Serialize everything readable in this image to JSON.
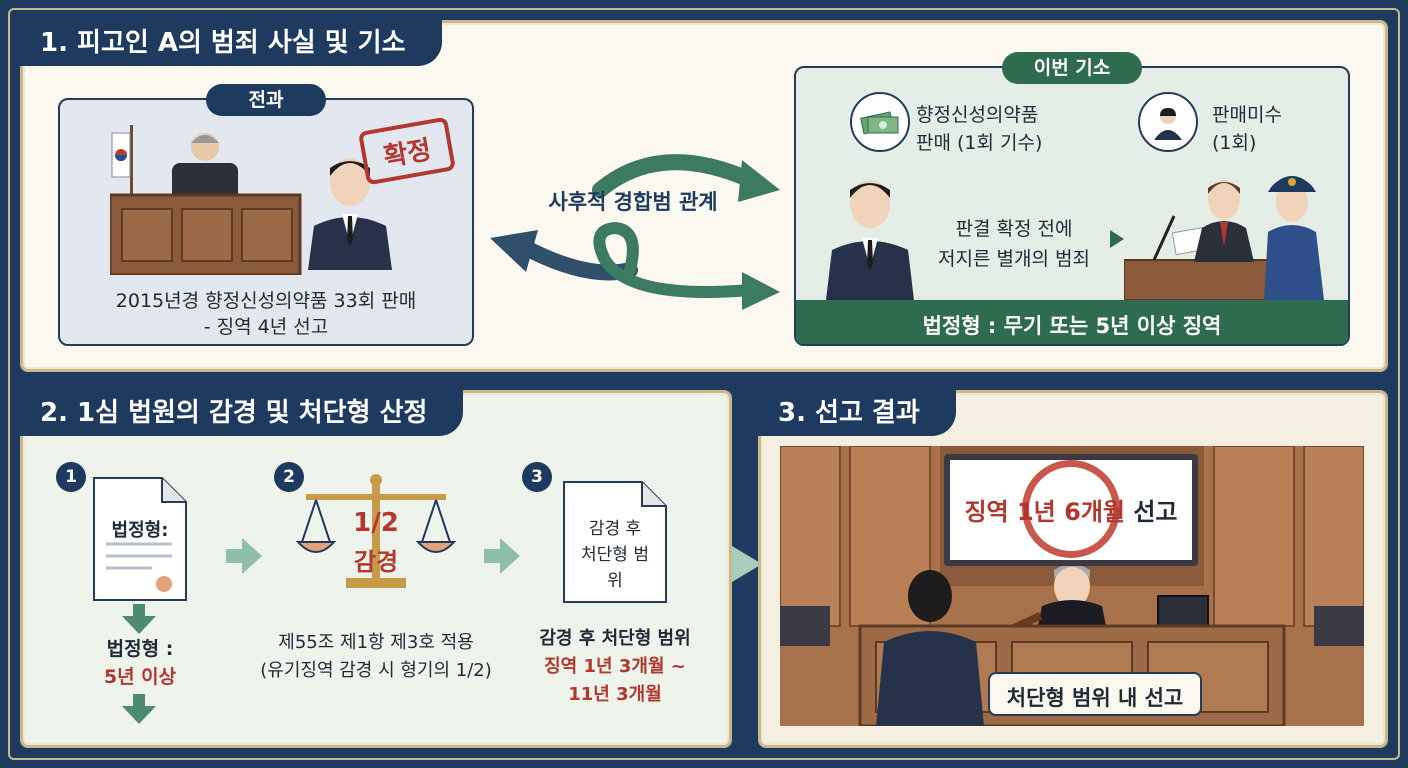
{
  "section1": {
    "title": "1. 피고인 A의 범죄 사실 및 기소",
    "prior": {
      "pill": "전과",
      "stamp": "확정",
      "desc_line1": "2015년경 향정신성의약품 33회 판매",
      "desc_line2": "- 징역 4년 선고"
    },
    "relation_label": "사후적 경합범 관계",
    "current": {
      "pill": "이번 기소",
      "crime1_line1": "향정신성의약품",
      "crime1_line2": "판매 (1회 기수)",
      "crime2_line1": "판매미수",
      "crime2_line2": "(1회)",
      "note_line1": "판결 확정 전에",
      "note_line2": "저지른 별개의 범죄",
      "penalty": "법정형 : 무기 또는 5년 이상 징역"
    }
  },
  "section2": {
    "title": "2. 1심 법원의 감경 및 처단형 산정",
    "step1": {
      "num": "1",
      "doc_label": "법정형:",
      "label": "법정형 :",
      "value": "5년 이상"
    },
    "step2": {
      "num": "2",
      "fraction": "1/2",
      "word": "감경",
      "desc_line1": "제55조 제1항 제3호 적용",
      "desc_line2": "(유기징역 감경 시 형기의 1/2)"
    },
    "step3": {
      "num": "3",
      "doc_line1": "감경 후",
      "doc_line2": "처단형 범",
      "doc_line3": "위",
      "label": "감경 후 처단형 범위",
      "range_line1": "징역 1년 3개월 ~",
      "range_line2": "11년 3개월"
    }
  },
  "section3": {
    "title": "3. 선고 결과",
    "sentence_red": "징역 1년 6개월",
    "sentence_tail": "선고",
    "caption": "처단형 범위 내 선고"
  },
  "colors": {
    "navy": "#1e3a5f",
    "green": "#2f6b4f",
    "red": "#b3372e",
    "cream": "#fbf8ef"
  }
}
